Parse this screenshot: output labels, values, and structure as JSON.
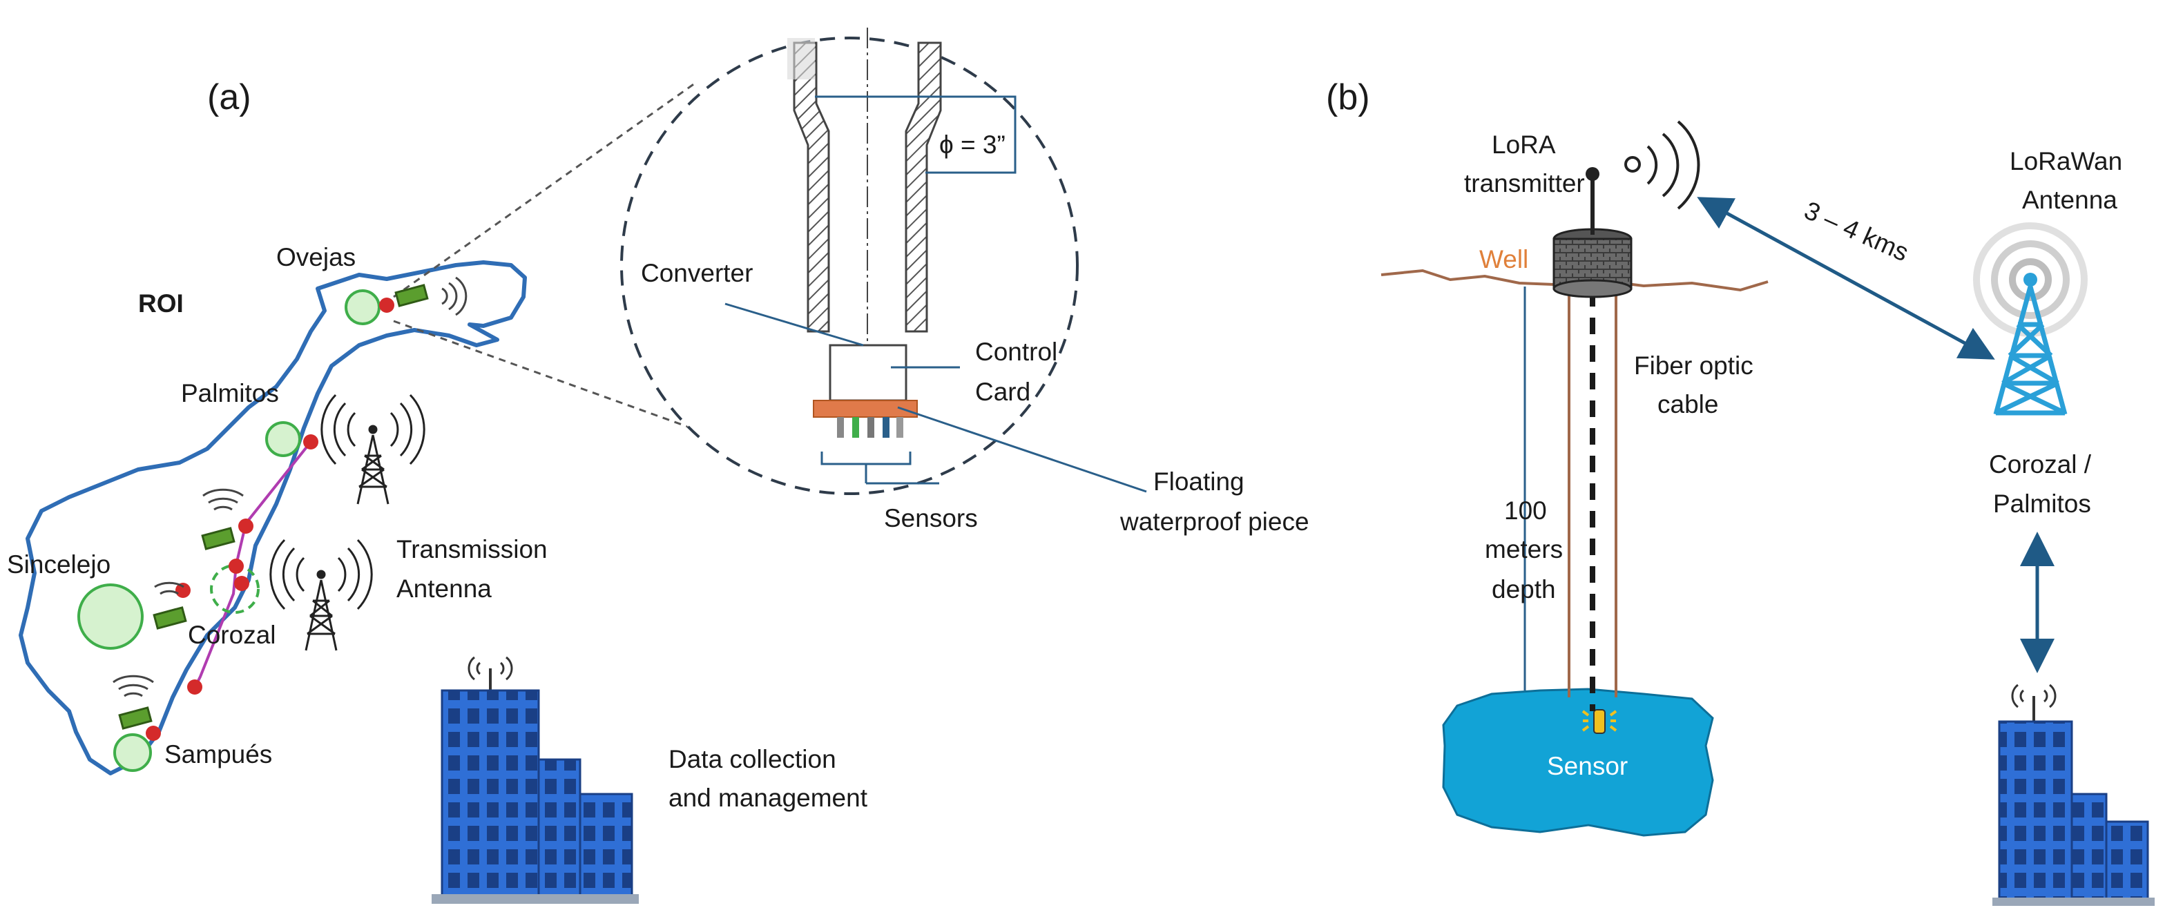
{
  "panel_a": {
    "label": "(a)",
    "roi_label": "ROI",
    "towns": [
      "Ovejas",
      "Palmitos",
      "Sincelejo",
      "Corozal",
      "Sampués"
    ],
    "transmission_antenna": [
      "Transmission",
      "Antenna"
    ],
    "data_center": [
      "Data collection",
      "and management"
    ],
    "detail": {
      "diameter": "ϕ = 3”",
      "converter": "Converter",
      "control_card": [
        "Control",
        "Card"
      ],
      "sensors": "Sensors",
      "floating_piece": [
        "Floating",
        "waterproof piece"
      ]
    }
  },
  "panel_b": {
    "label": "(b)",
    "transmitter": [
      "LoRA",
      "transmitter"
    ],
    "well": "Well",
    "fiber": [
      "Fiber optic",
      "cable"
    ],
    "depth": [
      "100",
      "meters",
      "depth"
    ],
    "sensor": "Sensor",
    "distance": "3 – 4 kms",
    "gateway": [
      "LoRaWan",
      "Antenna"
    ],
    "location": [
      "Corozal /",
      "Palmitos"
    ]
  },
  "colors": {
    "map_outline": "#2f6db5",
    "town_fill": "#d6f2cf",
    "town_stroke": "#3fae4a",
    "node": "#d42a2a",
    "link": "#b03cb0",
    "callout": "#2a5f8a",
    "water": "#12a3d6",
    "tower": "#2aa0d8",
    "building": "#2f6fd6",
    "ground": "#a0684a",
    "well_label": "#e0803a"
  }
}
